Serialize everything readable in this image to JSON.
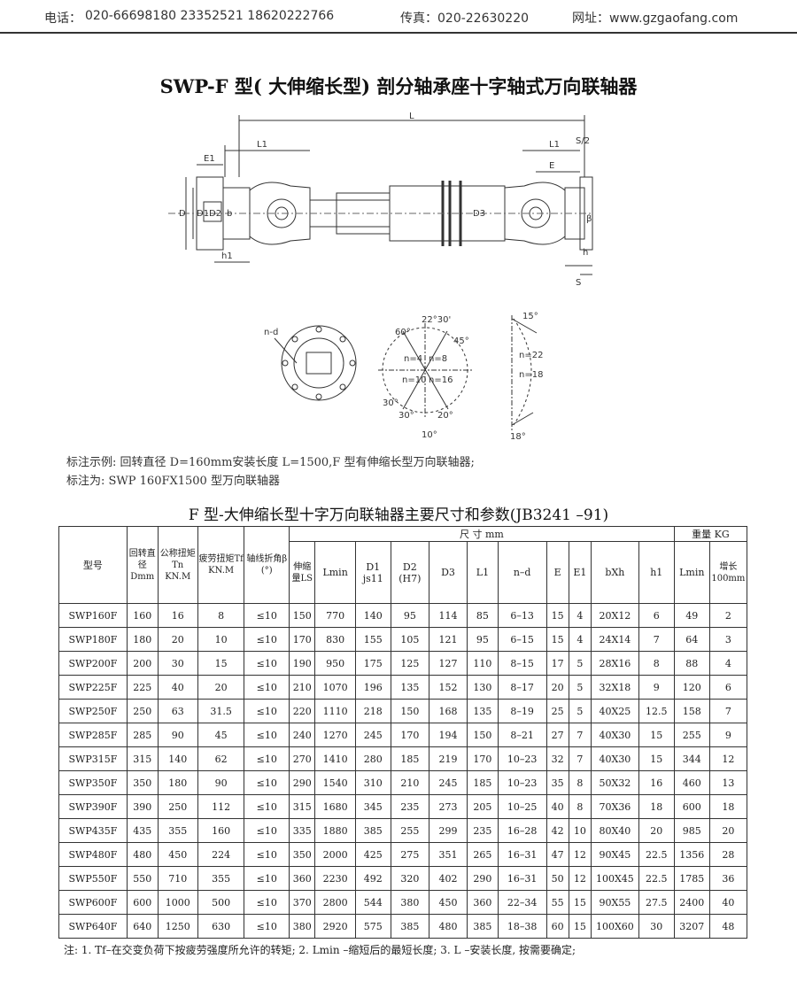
{
  "header": {
    "phone_label": "电话：",
    "phones": "020-66698180  23352521  18620222766",
    "fax": "传真：020-22630220",
    "website": "网址：www.gzgaofang.com"
  },
  "title": "SWP-F 型( 大伸缩长型) 剖分轴承座十字轴式万向联轴器",
  "drawing_labels": {
    "L": "L",
    "L1_left": "L1",
    "L1_right": "L1",
    "E1": "E1",
    "E": "E",
    "S2": "S/2",
    "D": "D",
    "D1": "D1",
    "D2": "D2",
    "b": "b",
    "D3": "D3",
    "h1": "h1",
    "h": "h",
    "S": "S",
    "beta": "β",
    "nd": "n-d",
    "a2230": "22°30'",
    "a60": "60°",
    "a45": "45°",
    "a30a": "30°",
    "a30b": "30°",
    "a20": "20°",
    "a10": "10°",
    "n4": "n=4",
    "n8": "n=8",
    "n10": "n=10",
    "n16": "n=16",
    "a15": "15°",
    "a18": "18°",
    "n22": "n=22",
    "n18": "n=18"
  },
  "notes": {
    "example": "标注示例: 回转直径 D=160mm安装长度 L=1500,F 型有伸缩长型万向联轴器;",
    "marking": "标注为:  SWP    160FX1500 型万向联轴器"
  },
  "table_title": "F 型-大伸缩长型十字万向联轴器主要尺寸和参数(JB3241 –91)",
  "table": {
    "h_model": "型号",
    "h_dia": "回转直径Dmm",
    "h_tn": "公称扭矩Tn KN.M",
    "h_tf": "疲劳扭矩Tf KN.M",
    "h_beta": "轴线折角β (°)",
    "h_size": "尺    寸    mm",
    "h_weight": "重量 KG",
    "h_ls": "伸缩量LS",
    "h_lmin": "Lmin",
    "h_d1": "D1",
    "h_d1s": "js11",
    "h_d2": "D2",
    "h_d2s": "(H7)",
    "h_d3": "D3",
    "h_l1": "L1",
    "h_nd": "n–d",
    "h_e": "E",
    "h_e1": "E1",
    "h_bxh": "bXh",
    "h_h1": "h1",
    "h_wlmin": "Lmin",
    "h_inc": "增长100mm",
    "rows": [
      [
        "SWP160F",
        "160",
        "16",
        "8",
        "≤10",
        "150",
        "770",
        "140",
        "95",
        "114",
        "85",
        "6–13",
        "15",
        "4",
        "20X12",
        "6",
        "49",
        "2"
      ],
      [
        "SWP180F",
        "180",
        "20",
        "10",
        "≤10",
        "170",
        "830",
        "155",
        "105",
        "121",
        "95",
        "6–15",
        "15",
        "4",
        "24X14",
        "7",
        "64",
        "3"
      ],
      [
        "SWP200F",
        "200",
        "30",
        "15",
        "≤10",
        "190",
        "950",
        "175",
        "125",
        "127",
        "110",
        "8–15",
        "17",
        "5",
        "28X16",
        "8",
        "88",
        "4"
      ],
      [
        "SWP225F",
        "225",
        "40",
        "20",
        "≤10",
        "210",
        "1070",
        "196",
        "135",
        "152",
        "130",
        "8–17",
        "20",
        "5",
        "32X18",
        "9",
        "120",
        "6"
      ],
      [
        "SWP250F",
        "250",
        "63",
        "31.5",
        "≤10",
        "220",
        "1110",
        "218",
        "150",
        "168",
        "135",
        "8–19",
        "25",
        "5",
        "40X25",
        "12.5",
        "158",
        "7"
      ],
      [
        "SWP285F",
        "285",
        "90",
        "45",
        "≤10",
        "240",
        "1270",
        "245",
        "170",
        "194",
        "150",
        "8–21",
        "27",
        "7",
        "40X30",
        "15",
        "255",
        "9"
      ],
      [
        "SWP315F",
        "315",
        "140",
        "62",
        "≤10",
        "270",
        "1410",
        "280",
        "185",
        "219",
        "170",
        "10–23",
        "32",
        "7",
        "40X30",
        "15",
        "344",
        "12"
      ],
      [
        "SWP350F",
        "350",
        "180",
        "90",
        "≤10",
        "290",
        "1540",
        "310",
        "210",
        "245",
        "185",
        "10–23",
        "35",
        "8",
        "50X32",
        "16",
        "460",
        "13"
      ],
      [
        "SWP390F",
        "390",
        "250",
        "112",
        "≤10",
        "315",
        "1680",
        "345",
        "235",
        "273",
        "205",
        "10–25",
        "40",
        "8",
        "70X36",
        "18",
        "600",
        "18"
      ],
      [
        "SWP435F",
        "435",
        "355",
        "160",
        "≤10",
        "335",
        "1880",
        "385",
        "255",
        "299",
        "235",
        "16–28",
        "42",
        "10",
        "80X40",
        "20",
        "985",
        "20"
      ],
      [
        "SWP480F",
        "480",
        "450",
        "224",
        "≤10",
        "350",
        "2000",
        "425",
        "275",
        "351",
        "265",
        "16–31",
        "47",
        "12",
        "90X45",
        "22.5",
        "1356",
        "28"
      ],
      [
        "SWP550F",
        "550",
        "710",
        "355",
        "≤10",
        "360",
        "2230",
        "492",
        "320",
        "402",
        "290",
        "16–31",
        "50",
        "12",
        "100X45",
        "22.5",
        "1785",
        "36"
      ],
      [
        "SWP600F",
        "600",
        "1000",
        "500",
        "≤10",
        "370",
        "2800",
        "544",
        "380",
        "450",
        "360",
        "22–34",
        "55",
        "15",
        "90X55",
        "27.5",
        "2400",
        "40"
      ],
      [
        "SWP640F",
        "640",
        "1250",
        "630",
        "≤10",
        "380",
        "2920",
        "575",
        "385",
        "480",
        "385",
        "18–38",
        "60",
        "15",
        "100X60",
        "30",
        "3207",
        "48"
      ]
    ]
  },
  "footnote": "注: 1. Tf–在交变负荷下按疲劳强度所允许的转矩;  2. Lmin –缩短后的最短长度;  3. L –安装长度, 按需要确定;"
}
